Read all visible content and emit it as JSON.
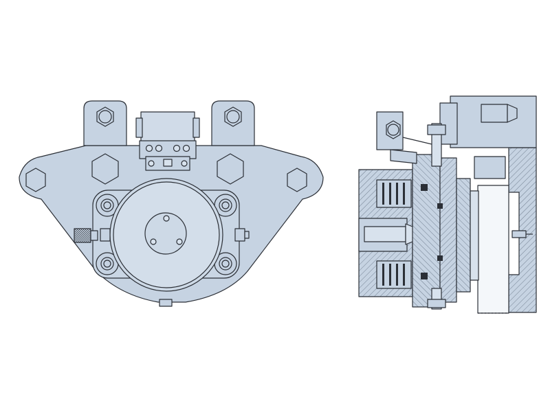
{
  "colors": {
    "background": "#ffffff",
    "body_fill": "#c6d3e2",
    "body_fill_light": "#d8e2ed",
    "line": "#2b2f36",
    "hatch": "#5d6b7c",
    "bolt_fill": "#c9d5e3",
    "shaft_fill": "#f4f7fa"
  },
  "views": [
    {
      "name": "front-view",
      "kind": "exterior"
    },
    {
      "name": "side-section-view",
      "kind": "cross-section"
    }
  ],
  "icons": {
    "bolt": "hex-bolt-icon",
    "connector": "terminal-connector-icon"
  }
}
